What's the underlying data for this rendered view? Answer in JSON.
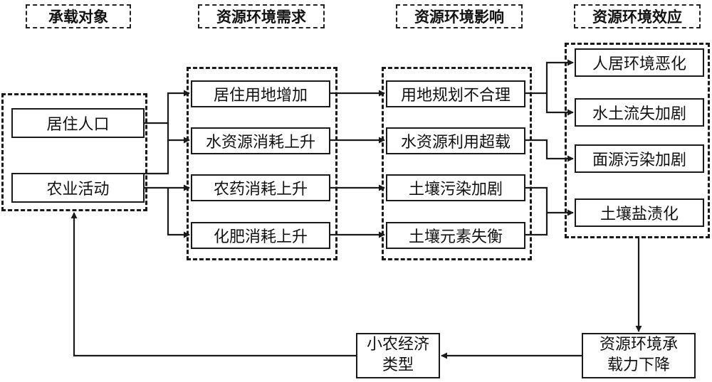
{
  "columns": {
    "carrier": "承载对象",
    "demand": "资源环境需求",
    "impact": "资源环境影响",
    "effect": "资源环境效应"
  },
  "carrier_nodes": {
    "population": "居住人口",
    "agriculture": "农业活动"
  },
  "demand_nodes": {
    "land": "居住用地增加",
    "water": "水资源消耗上升",
    "pesticide": "农药消耗上升",
    "fertilizer": "化肥消耗上升"
  },
  "impact_nodes": {
    "planning": "用地规划不合理",
    "overload": "水资源利用超载",
    "soil_pollution": "土壤污染加剧",
    "imbalance": "土壤元素失衡"
  },
  "effect_nodes": {
    "living": "人居环境恶化",
    "erosion": "水土流失加剧",
    "nonpoint": "面源污染加剧",
    "salinization": "土壤盐渍化"
  },
  "capacity_node": {
    "line1": "资源环境承",
    "line2": "载力下降"
  },
  "economy_node": {
    "line1": "小农经济",
    "line2": "类型"
  }
}
